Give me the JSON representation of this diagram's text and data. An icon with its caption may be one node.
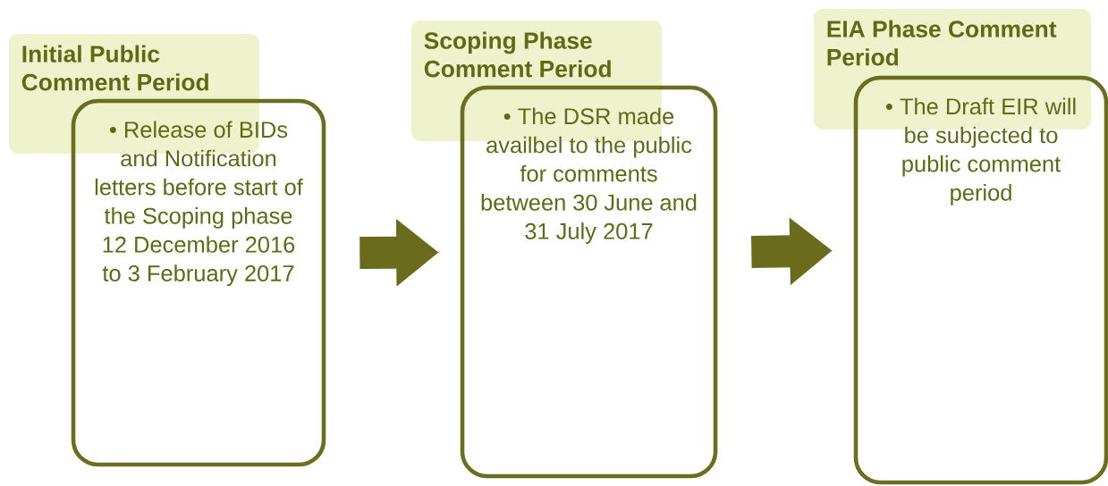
{
  "diagram": {
    "nodes": [
      {
        "text": [
          "Initial Public Comment Period"
        ]
      },
      {
        "text": [
          "• Release of BIDs and Notification letters before start of the Scoping phase 12 December 2016 to 3 February 2017"
        ]
      },
      {
        "text": [
          "Scoping Phase Comment Period"
        ]
      },
      {
        "text": [
          "• The DSR made availbel to the public for comments between 30 June and 31 July 2017"
        ]
      },
      {
        "text": [
          "EIA Phase Comment Period"
        ]
      },
      {
        "text": [
          "• The Draft EIR will be subjected to public comment period"
        ]
      }
    ],
    "edges": [
      {
        "from": 1,
        "to": 3,
        "arrow": "to"
      },
      {
        "from": 3,
        "to": 5,
        "arrow": "to"
      }
    ]
  }
}
